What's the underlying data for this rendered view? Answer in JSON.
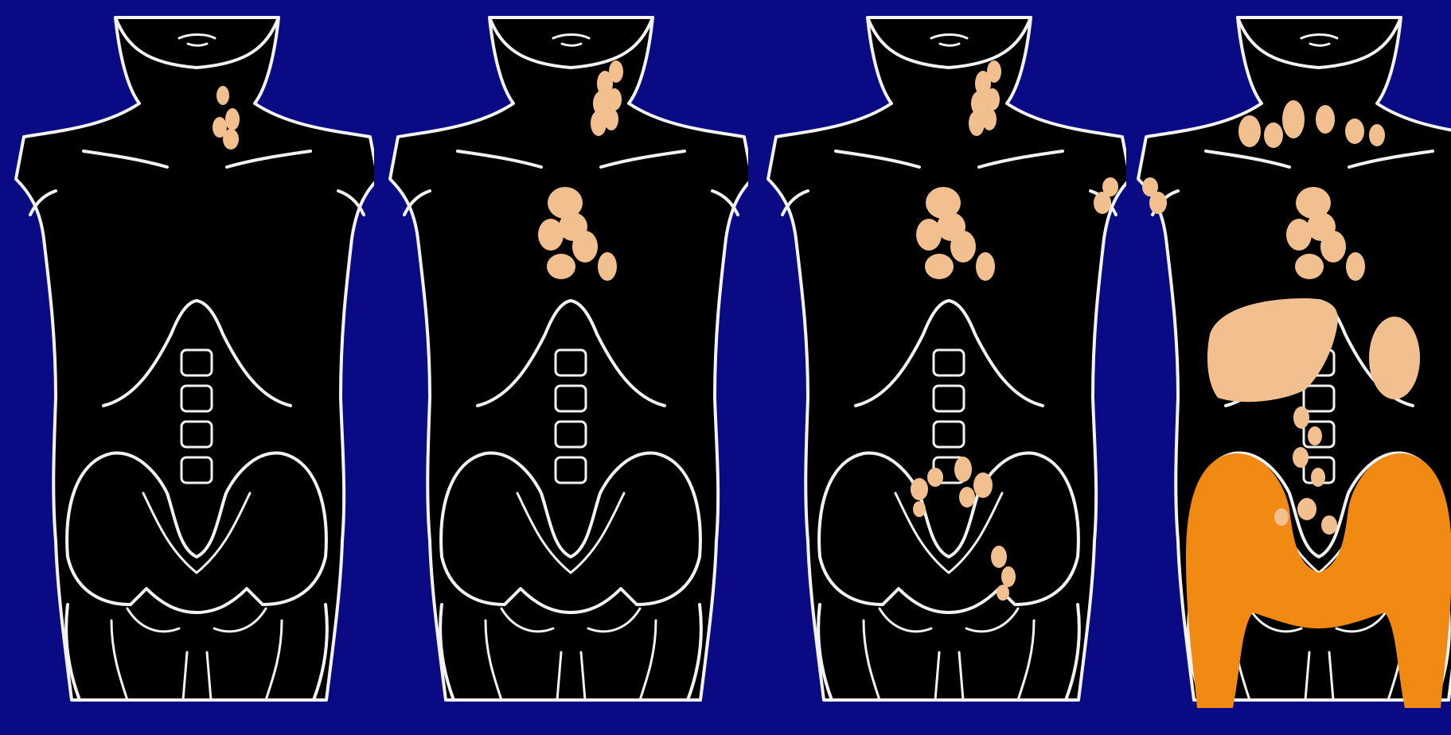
{
  "figures": [
    {
      "id": "stage-1",
      "neck_nodes": true,
      "mediastinum": false,
      "axilla": false,
      "pelvic_nodes": false,
      "supraclavicular_both": false,
      "organs": false
    },
    {
      "id": "stage-2",
      "neck_nodes": true,
      "mediastinum": true,
      "axilla": false,
      "pelvic_nodes": false,
      "supraclavicular_both": false,
      "organs": false
    },
    {
      "id": "stage-3",
      "neck_nodes": true,
      "mediastinum": true,
      "axilla": true,
      "pelvic_nodes": true,
      "supraclavicular_both": false,
      "organs": false
    },
    {
      "id": "stage-4",
      "neck_nodes": false,
      "mediastinum": true,
      "axilla": true,
      "pelvic_nodes": true,
      "supraclavicular_both": true,
      "organs": true
    }
  ],
  "colors": {
    "background": "#0a0a85",
    "body": "#000000",
    "outline": "#f2f2f2",
    "lymph_node": "#f2c08f",
    "bone_marrow": "#f08a12"
  }
}
